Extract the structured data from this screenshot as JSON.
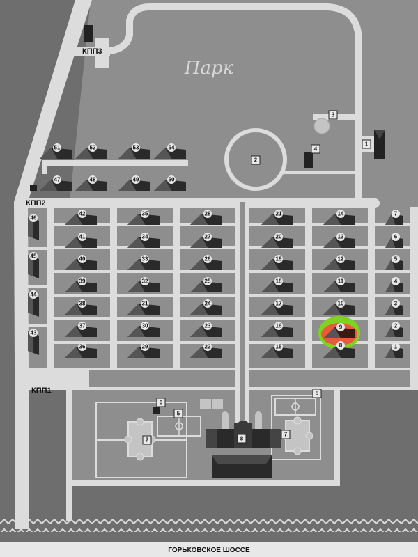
{
  "map": {
    "park_label": "Парк",
    "highway_label": "ГОРЬКОВСКОЕ ШОССЕ",
    "checkpoints": {
      "kpp1": "КПП1",
      "kpp2": "КПП2",
      "kpp3": "КПП3"
    },
    "facilities": {
      "f1": "1",
      "f2": "2",
      "f3": "3",
      "f4": "4",
      "f5a": "5",
      "f5b": "5",
      "f6": "6",
      "f7a": "7",
      "f7b": "7",
      "f8": "8"
    },
    "highlighted_plot": "9",
    "highlight_color": "#7ed321",
    "highlight_marker_color": "#e85a3a",
    "plots": {
      "p1": "1",
      "p2": "2",
      "p3": "3",
      "p4": "4",
      "p5": "5",
      "p6": "6",
      "p7": "7",
      "p8": "8",
      "p9": "9",
      "p10": "10",
      "p11": "11",
      "p12": "12",
      "p13": "13",
      "p14": "14",
      "p15": "15",
      "p16": "16",
      "p17": "17",
      "p18": "18",
      "p19": "19",
      "p20": "20",
      "p21": "21",
      "p22": "22",
      "p23": "23",
      "p24": "24",
      "p25": "25",
      "p26": "26",
      "p27": "27",
      "p28": "28",
      "p29": "29",
      "p30": "30",
      "p31": "31",
      "p32": "32",
      "p33": "33",
      "p34": "34",
      "p35": "35",
      "p36": "36",
      "p37": "37",
      "p38": "38",
      "p39": "39",
      "p40": "40",
      "p41": "41",
      "p42": "42",
      "p43": "43",
      "p44": "44",
      "p45": "45",
      "p46": "46",
      "p47": "47",
      "p48": "48",
      "p49": "49",
      "p50": "50",
      "p51": "51",
      "p52": "52",
      "p53": "53",
      "p54": "54"
    }
  }
}
